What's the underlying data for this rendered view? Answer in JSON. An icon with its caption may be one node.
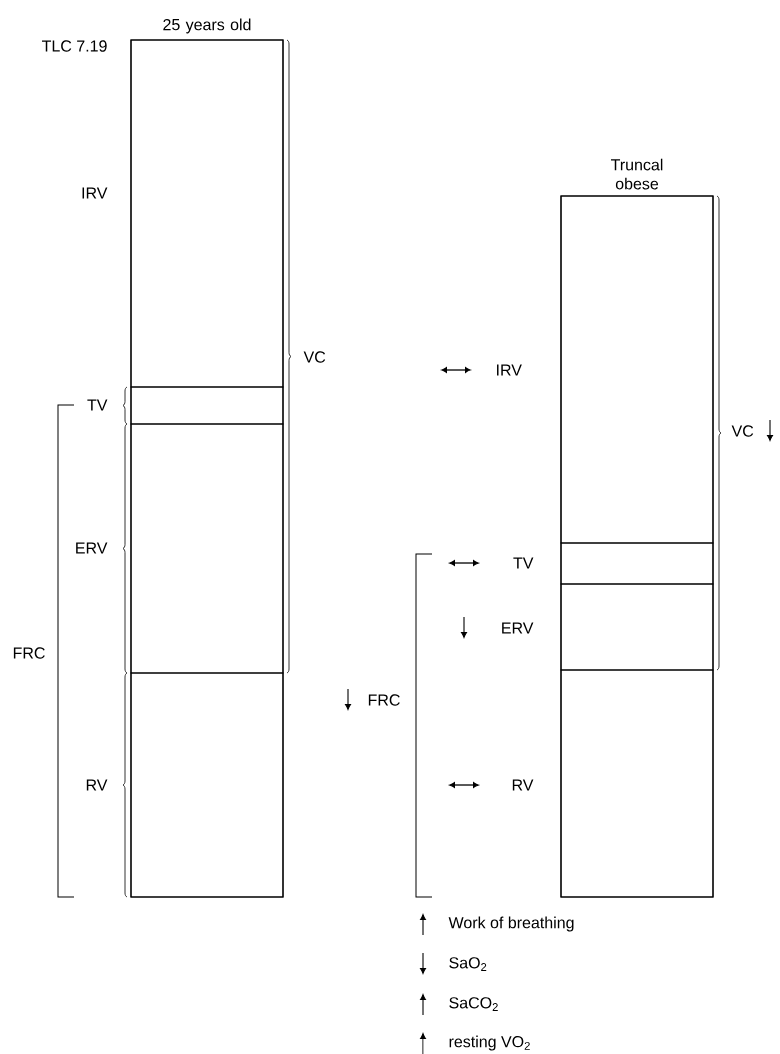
{
  "diagram": {
    "nodes": [
      {
        "text": [
          "25 years old"
        ]
      },
      {
        "text": [],
        "shape": "box",
        "in": 0
      },
      {
        "text": [],
        "shape": "box",
        "in": 0
      },
      {
        "text": [],
        "shape": "box",
        "in": 0
      },
      {
        "text": [],
        "shape": "box",
        "in": 0
      },
      {
        "text": [
          "Truncal obese"
        ]
      },
      {
        "text": [],
        "shape": "box",
        "in": 5
      },
      {
        "text": [],
        "shape": "box",
        "in": 5
      },
      {
        "text": [],
        "shape": "box",
        "in": 5
      },
      {
        "text": [],
        "shape": "box",
        "in": 5
      }
    ],
    "edges": [],
    "labels": [
      "TLC 7.19",
      "IRV",
      "VC",
      "IRV",
      "TV",
      "VC",
      "ERV",
      "TV",
      "ERV",
      "FRC",
      "FRC",
      "RV",
      "RV",
      "Work of breathing",
      "SaO$_{2}$",
      "SaCO$_{2}$",
      "resting VO$_{2}$"
    ]
  }
}
